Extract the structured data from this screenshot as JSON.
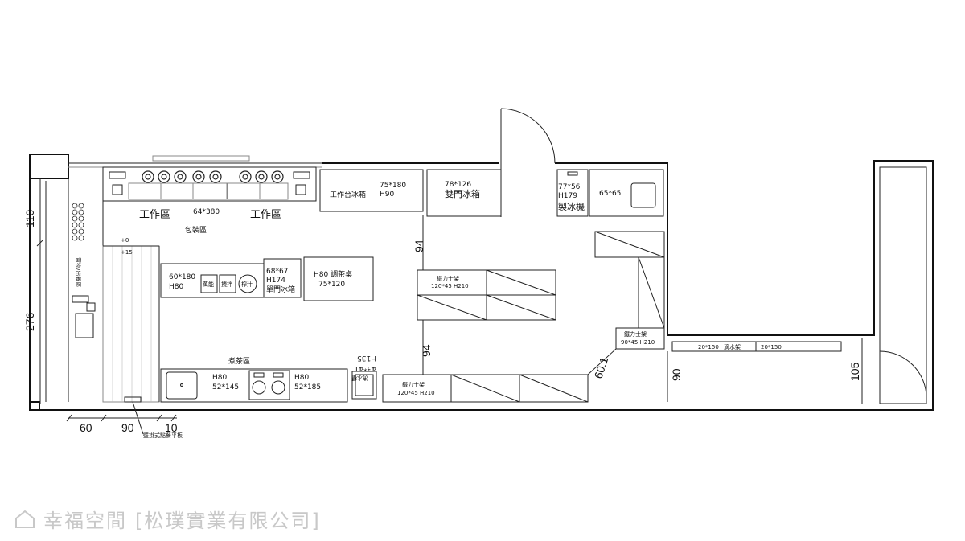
{
  "labels": {
    "work_left": "工作區",
    "work_right": "工作區",
    "counter_top": "64*380",
    "packing": "包裝區",
    "display": "置物/出餐區",
    "plus0": "+0",
    "plus15": "+15",
    "worktable_fridge": "工作台冰箱",
    "wt_size": "75*180",
    "wt_h": "H90",
    "double_fridge_size": "78*126",
    "double_fridge": "雙門冰箱",
    "ice_size": "77*56",
    "ice_h": "H179",
    "ice_machine": "製冰機",
    "sq65": "65*65",
    "prep_size": "60*180",
    "prep_h": "H80",
    "btn_brew": "萬能",
    "btn_mix": "攪拌",
    "btn_juice": "榨汁",
    "single_fridge_size": "68*67",
    "single_fridge_h": "H174",
    "single_fridge": "單門冰箱",
    "tea_table_h": "H80 調茶桌",
    "tea_table_size": "75*120",
    "rack1_name": "鐵力士架",
    "rack1_size": "120*45 H210",
    "rack2_name": "鐵力士架",
    "rack2_size": "120*45 H210",
    "rack3_name": "鐵力士架",
    "rack3_size": "90*45 H210",
    "boil": "煮茶區",
    "sink_h": "H80",
    "sink_size": "52*145",
    "stove_h": "H80",
    "stove_size": "52*185",
    "wash_h": "H135",
    "wash_size": "43*41",
    "wash_name": "洗水槽",
    "drain_left": "20*150",
    "drain_name": "滴水架",
    "drain_right": "20*150",
    "callout": "壁掛式點餐平板"
  },
  "dimensions": {
    "d110": "110",
    "d276": "276",
    "d60": "60",
    "d90": "90",
    "d10": "10",
    "d94a": "94",
    "d94b": "94",
    "d601": "60.1",
    "d90v": "90",
    "d105": "105"
  },
  "footer": {
    "brand": "幸福空間",
    "company": "[松璞實業有限公司]"
  }
}
